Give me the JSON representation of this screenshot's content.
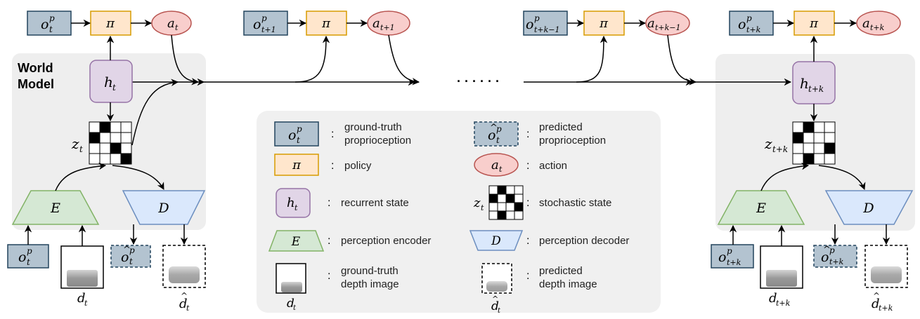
{
  "colors": {
    "obs_fill": "#b3c3d0",
    "obs_stroke": "#23445d",
    "policy_fill": "#ffe6cc",
    "policy_stroke": "#d79b00",
    "action_fill": "#f8cecc",
    "action_stroke": "#b85450",
    "recurrent_fill": "#e1d5e7",
    "recurrent_stroke": "#9673a6",
    "encoder_fill": "#d5e8d4",
    "encoder_stroke": "#82b366",
    "decoder_fill": "#dae8fc",
    "decoder_stroke": "#6c8ebf",
    "panel_fill": "#eeeeee",
    "legend_fill": "#f0f0f0"
  },
  "world_model": {
    "title_line1": "World",
    "title_line2": "Model"
  },
  "symbols": {
    "pi": "π",
    "E": "E",
    "D": "D",
    "o": "o",
    "p": "p",
    "a": "a",
    "h": "h",
    "z": "z",
    "d": "d",
    "t": "t",
    "t_plus_1": "t+1",
    "t_plus_k_minus_1": "t+k−1",
    "t_plus_k": "t+k"
  },
  "timeline": {
    "ellipsis": "· · · · · ·"
  },
  "legend": {
    "colon": ":",
    "ground_truth_proprioception_1": "ground-truth",
    "ground_truth_proprioception_2": "proprioception",
    "predicted_proprioception_1": "predicted",
    "predicted_proprioception_2": "proprioception",
    "policy": "policy",
    "action": "action",
    "recurrent_state": "recurrent state",
    "stochastic_state": "stochastic state",
    "perception_encoder": "perception encoder",
    "perception_decoder": "perception decoder",
    "ground_truth_depth_1": "ground-truth",
    "ground_truth_depth_2": "depth image",
    "predicted_depth_1": "predicted",
    "predicted_depth_2": "depth image"
  }
}
